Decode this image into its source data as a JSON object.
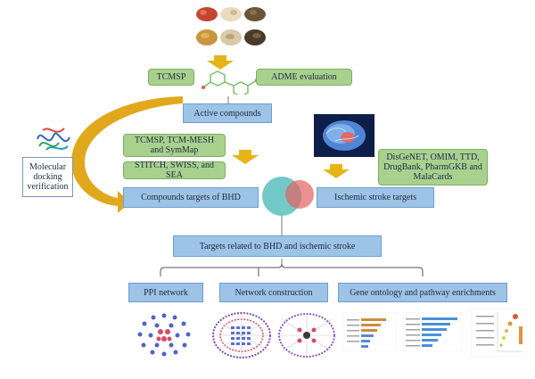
{
  "colors": {
    "green_box": "#a9d18e",
    "blue_box": "#9dc3e6",
    "arrow": "#e7b418",
    "curved_arrow": "#e1a81d",
    "venn_left": "#5bbfbd",
    "venn_right": "#e2625f",
    "connector": "#777777"
  },
  "nodes": {
    "tcmsp": "TCMSP",
    "adme": "ADME evaluation",
    "active_compounds": "Active compounds",
    "compound_db_1": "TCMSP, TCM-MESH and SymMap",
    "compound_db_2": "STITCH, SWISS, and SEA",
    "disease_db": "DisGeNET, OMIM, TTD, DrugBank, PharmGKB and MalaCards",
    "molecular_docking": "Molecular docking verification",
    "compounds_targets": "Compounds targets of BHD",
    "stroke_targets": "Ischemic stroke targets",
    "common_targets": "Targets related to BHD and ischemic stroke",
    "ppi": "PPI network",
    "network_construction": "Network construction",
    "go_kegg": "Gene ontology and pathway enrichments"
  },
  "images": [
    "herb-photos",
    "chemical-structure",
    "protein-structure",
    "brain-image",
    "venn-diagram",
    "ppi-network-thumbnail",
    "compound-target-network-thumbnail",
    "herb-target-network-thumbnail",
    "go-enrichment-chart-thumbnail",
    "kegg-enrichment-chart-thumbnail",
    "pathway-bubble-chart-thumbnail"
  ]
}
